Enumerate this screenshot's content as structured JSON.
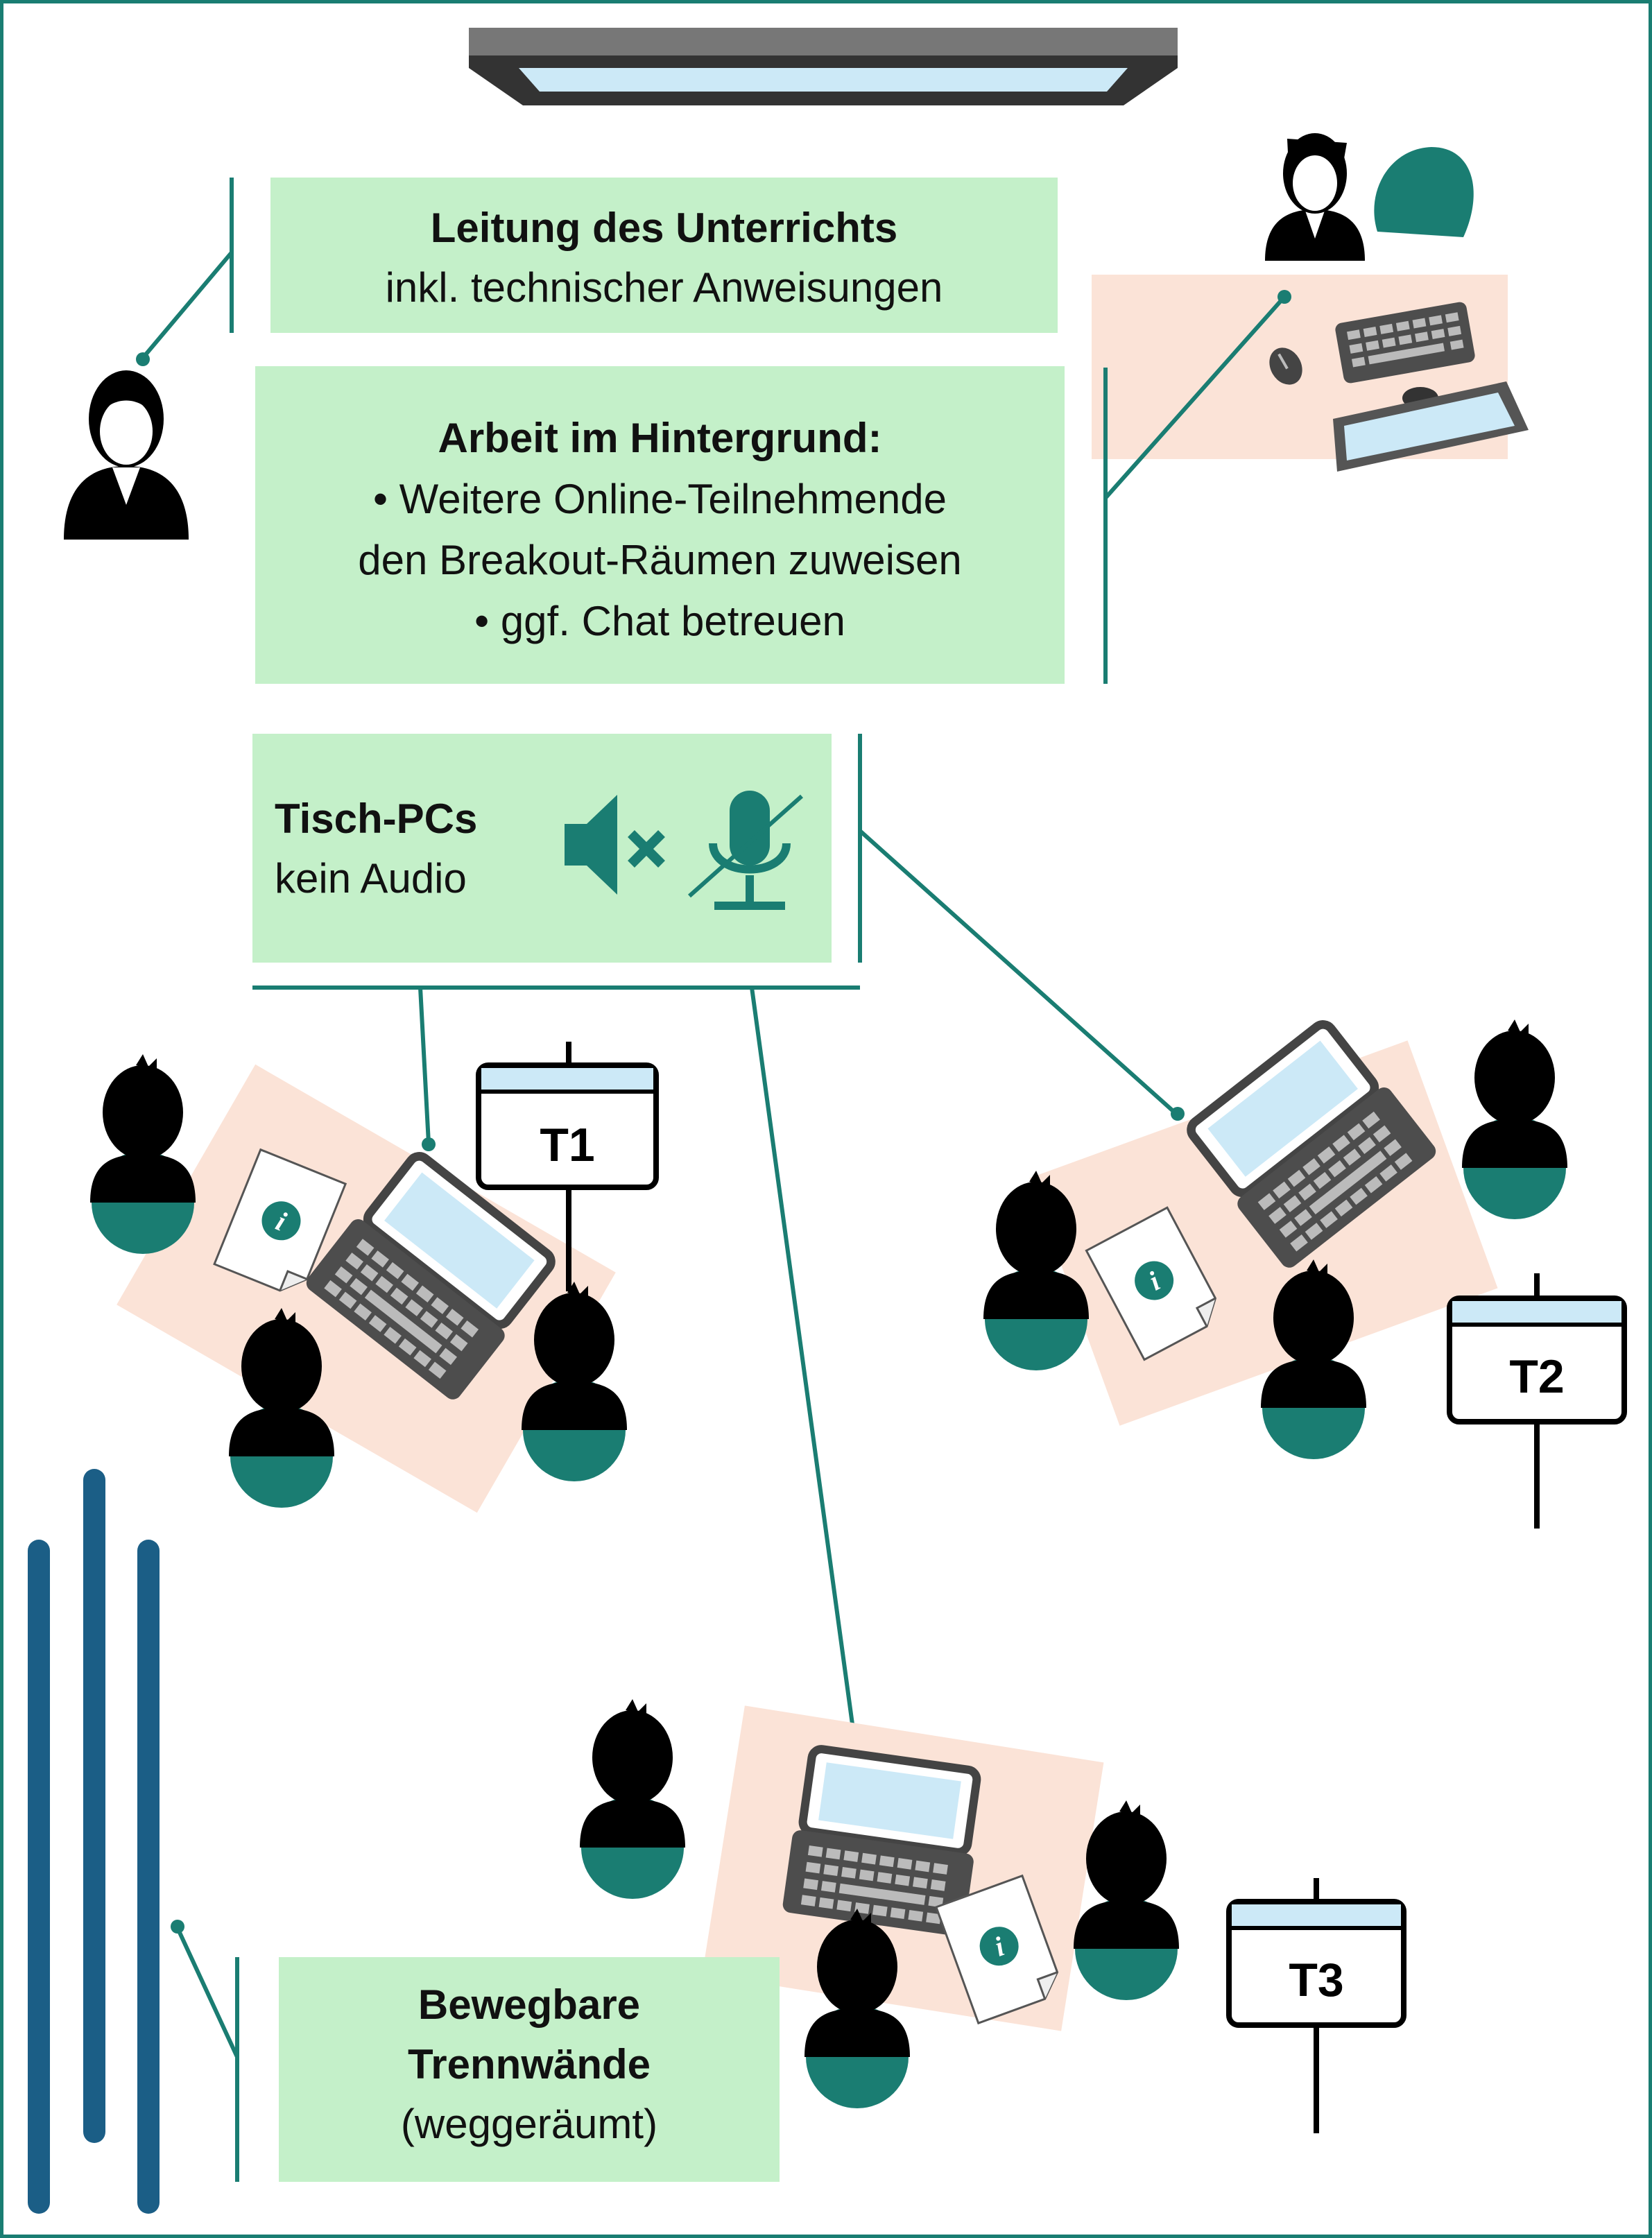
{
  "colors": {
    "frame": "#1a7d72",
    "box_fill": "#c4f0c9",
    "table_fill": "#fbe3d7",
    "teal": "#1a7d72",
    "wall_blue": "#1b5e86",
    "screen_blue": "#cce9f7"
  },
  "lead_box": {
    "title": "Leitung des Unterrichts",
    "subtitle": "inkl. technischer Anweisungen"
  },
  "background_box": {
    "title": "Arbeit im Hintergrund:",
    "items": [
      "• Weitere Online-Teilnehmende",
      "den Breakout-Räumen zuweisen",
      "• ggf. Chat betreuen"
    ]
  },
  "tisch_box": {
    "title": "Tisch-PCs",
    "subtitle": "kein Audio",
    "icons": [
      "speaker-muted-icon",
      "microphone-off-icon"
    ]
  },
  "walls_box": {
    "line1": "Bewegbare",
    "line2": "Trennwände",
    "line3": "(weggeräumt)"
  },
  "tables": [
    {
      "id": "T1",
      "label": "T1"
    },
    {
      "id": "T2",
      "label": "T2"
    },
    {
      "id": "T3",
      "label": "T3"
    }
  ],
  "icons": [
    "projector-icon",
    "teacher-icon",
    "assistant-icon",
    "speech-bubble-icon",
    "laptop-icon",
    "keyboard-icon",
    "mouse-icon",
    "info-document-icon",
    "student-icon",
    "partition-wall-icon"
  ]
}
